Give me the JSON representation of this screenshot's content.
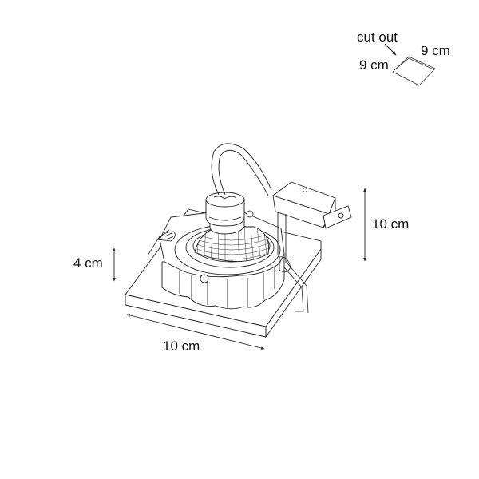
{
  "diagram": {
    "subject": "recessed square downlight fixture",
    "cutout": {
      "label": "cut out",
      "width": "9 cm",
      "depth": "9 cm"
    },
    "dimensions": {
      "height": "4 cm",
      "width": "10 cm",
      "depth": "10 cm"
    },
    "colors": {
      "line": "#222222",
      "background": "#ffffff"
    }
  }
}
